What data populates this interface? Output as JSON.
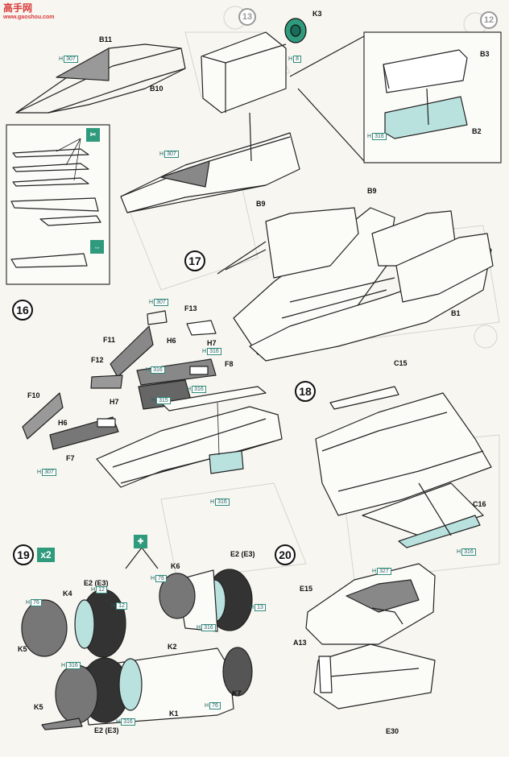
{
  "watermark": {
    "title": "高手网",
    "url": "www.gaoshou.com"
  },
  "steps": {
    "s16": "16",
    "s17": "17",
    "s18": "18",
    "s19": "19",
    "s19_mult": "x2",
    "s20": "20"
  },
  "corner_pages": {
    "left": "13",
    "right": "12"
  },
  "parts": {
    "K3": "K3",
    "B11": "B11",
    "B10": "B10",
    "B9_top": "B9",
    "B3": "B3",
    "B2": "B2",
    "B9_mid": "B9",
    "B1": "B1",
    "F13": "F13",
    "F11": "F11",
    "H6_a": "H6",
    "H7_a": "H7",
    "F8": "F8",
    "F12": "F12",
    "H7_b": "H7",
    "F10": "F10",
    "H6_b": "H6",
    "F7": "F7",
    "C15": "C15",
    "C16": "C16",
    "K6": "K6",
    "E2_a": "E2 (E3)",
    "K4": "K4",
    "E2_b": "E2 (E3)",
    "K5_a": "K5",
    "K2": "K2",
    "K7": "K7",
    "K1": "K1",
    "K5_b": "K5",
    "E2_c": "E2 (E3)",
    "E15": "E15",
    "A13": "A13",
    "E30": "E30"
  },
  "paint": {
    "h307_a": "307",
    "h8": "8",
    "h307_b": "307",
    "h316_b2": "316",
    "h307_c": "307",
    "h316_h7": "316",
    "h316_f8": "316",
    "h315": "315",
    "h316_body": "316",
    "h307_d": "307",
    "h316_under": "316",
    "h316_c16": "316",
    "h76_a": "76",
    "h12_a": "12",
    "h316_k6": "316",
    "h13": "13",
    "h76_b": "76",
    "h12_b": "12",
    "h316_k4": "316",
    "h316_k1": "316",
    "h76_c": "76",
    "h327": "327"
  },
  "paint_prefix": "H",
  "colors": {
    "accent": "#2f9b7c",
    "part_fill": "#b9e2df",
    "dark_part": "#6f6f6f",
    "ink": "#222222"
  }
}
